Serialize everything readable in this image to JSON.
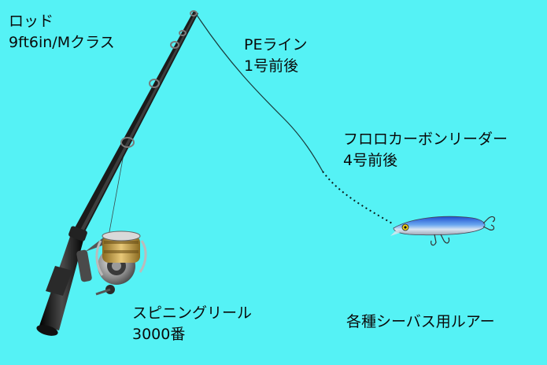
{
  "colors": {
    "background": "#55F2F5",
    "rod": "#1b1b1b",
    "line": "#1a3a3a",
    "reel_gold": "#c9a24a",
    "lure_blue": "#2f63d8"
  },
  "labels": {
    "rod": {
      "line1": "ロッド",
      "line2": "9ft6in/Mクラス"
    },
    "pe_line": {
      "line1": "PEライン",
      "line2": "1号前後"
    },
    "leader": {
      "line1": "フロロカーボンリーダー",
      "line2": "4号前後"
    },
    "reel": {
      "line1": "スピニングリール",
      "line2": "3000番"
    },
    "lure": {
      "line1": "各種シーバス用ルアー"
    }
  }
}
